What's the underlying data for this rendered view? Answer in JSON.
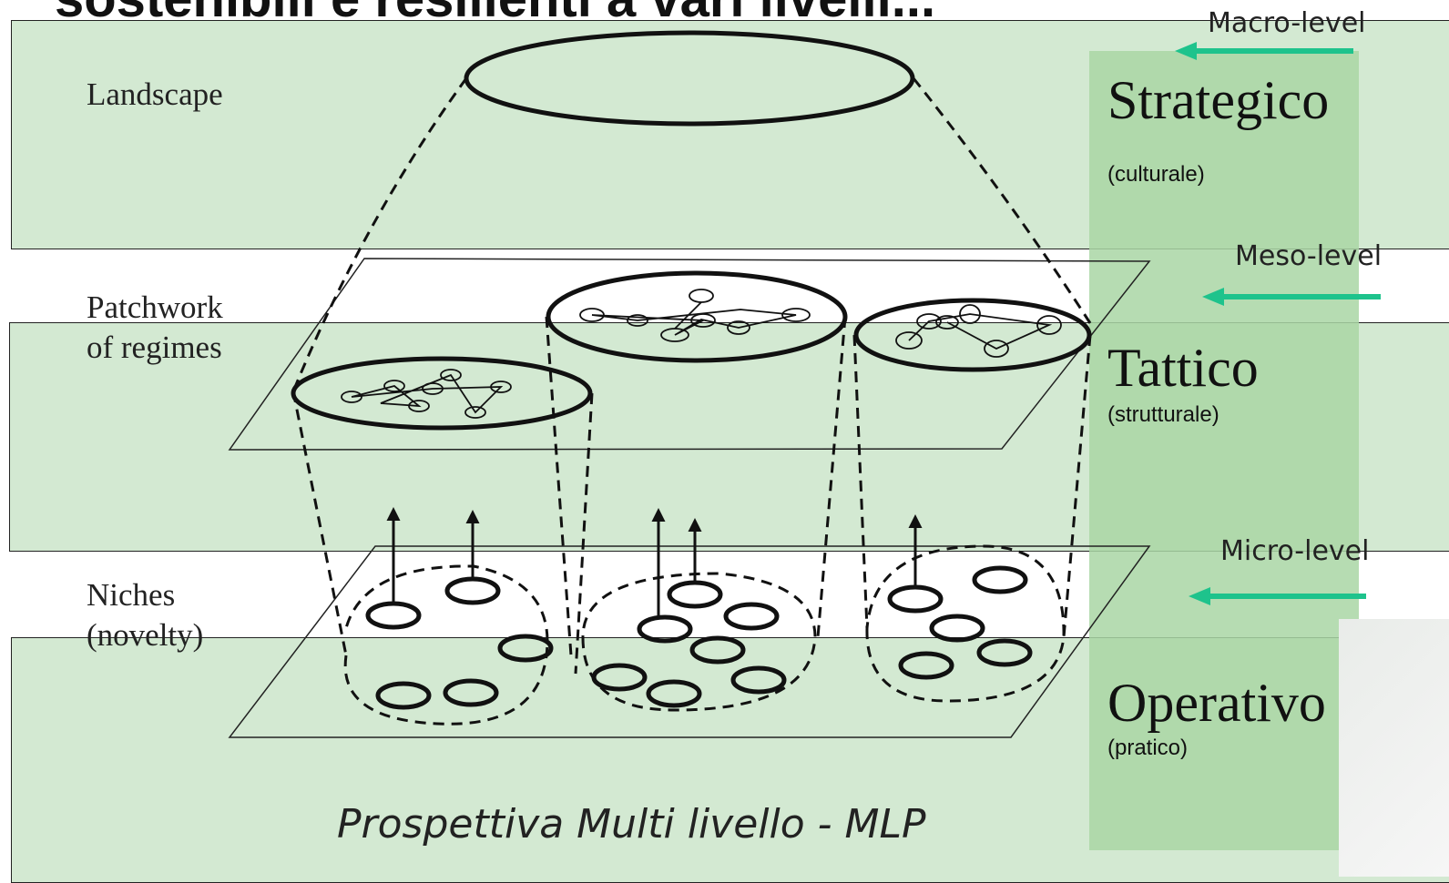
{
  "slide": {
    "title_partial": "sostenibili e resilienti a vari livelli..."
  },
  "diagram": {
    "landscape_label": "Landscape",
    "regimes_label_line1": "Patchwork",
    "regimes_label_line2": "of regimes",
    "niches_label_line1": "Niches",
    "niches_label_line2": "(novelty)"
  },
  "levels": {
    "macro": "Macro-level",
    "meso": "Meso-level",
    "micro": "Micro-level",
    "arrow_color": "#1ec38c"
  },
  "categories": {
    "strategic": {
      "title": "Strategico",
      "subtitle": "(culturale)"
    },
    "tactical": {
      "title": "Tattico",
      "subtitle": "(strutturale)"
    },
    "operative": {
      "title": "Operativo",
      "subtitle": "(pratico)"
    }
  },
  "caption": "Prospettiva Multi livello - MLP",
  "colors": {
    "band_green": "#d3e9d2",
    "column_green": "#a9d6a4"
  }
}
